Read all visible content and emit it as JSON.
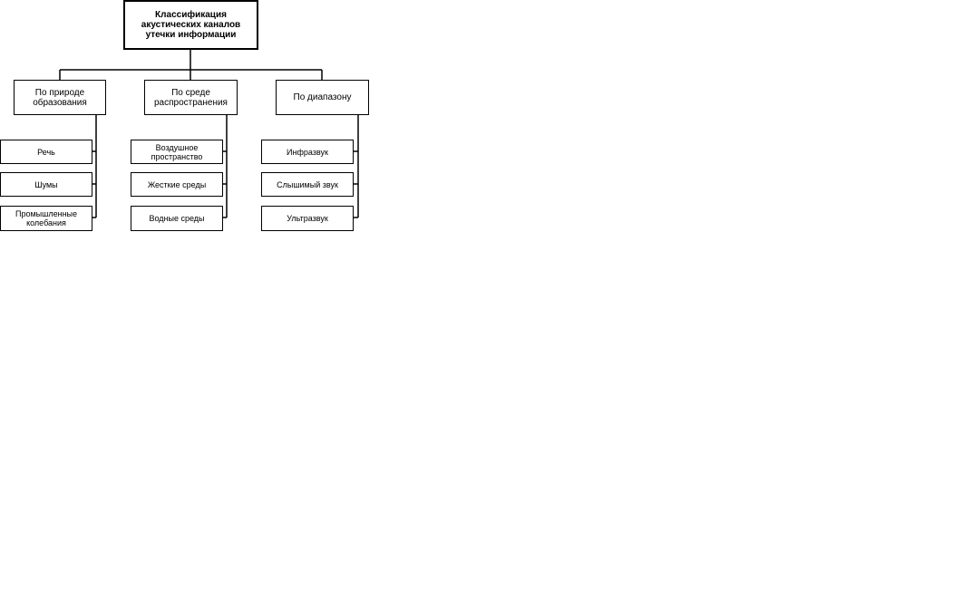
{
  "root": {
    "label": "Классификация акустических каналов утечки информации"
  },
  "categories": [
    {
      "label": "По природе образования",
      "items": [
        "Речь",
        "Шумы",
        "Промышленные колебания"
      ]
    },
    {
      "label": "По среде распространения",
      "items": [
        "Воздушное пространство",
        "Жесткие среды",
        "Водные среды"
      ]
    },
    {
      "label": "По диапазону",
      "items": [
        "Инфразвук",
        "Слышимый звук",
        "Ультразвук"
      ]
    }
  ]
}
